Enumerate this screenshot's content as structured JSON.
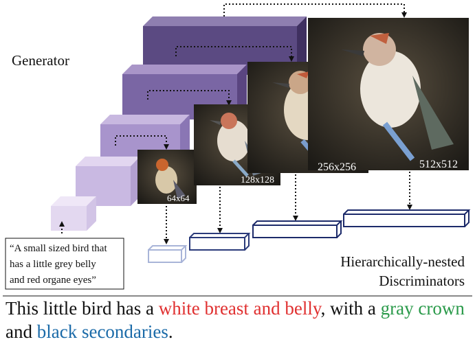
{
  "labels": {
    "generator": "Generator",
    "discriminators_line1": "Hierarchically-nested",
    "discriminators_line2": "Discriminators"
  },
  "text_input": {
    "line1": "“A small sized bird that",
    "line2": "has a little grey belly",
    "line3": "and red organe eyes”"
  },
  "resolutions": {
    "r64": "64x64",
    "r128": "128x128",
    "r256": "256x256",
    "r512": "512x512"
  },
  "caption": {
    "part1": "This little bird has a ",
    "part2": "white breast and belly",
    "part3": ", with a ",
    "part4": "gray crown",
    "part5": " and ",
    "part6": "black secondaries",
    "part7": "."
  },
  "colors": {
    "red_phrase": "#e03030",
    "green_phrase": "#2a9a4a",
    "blue_phrase": "#1a6aa8",
    "discriminator_stroke": "#1c2a6a",
    "generator_dark": "#5a4a80",
    "generator_light": "#e8dcf2"
  }
}
